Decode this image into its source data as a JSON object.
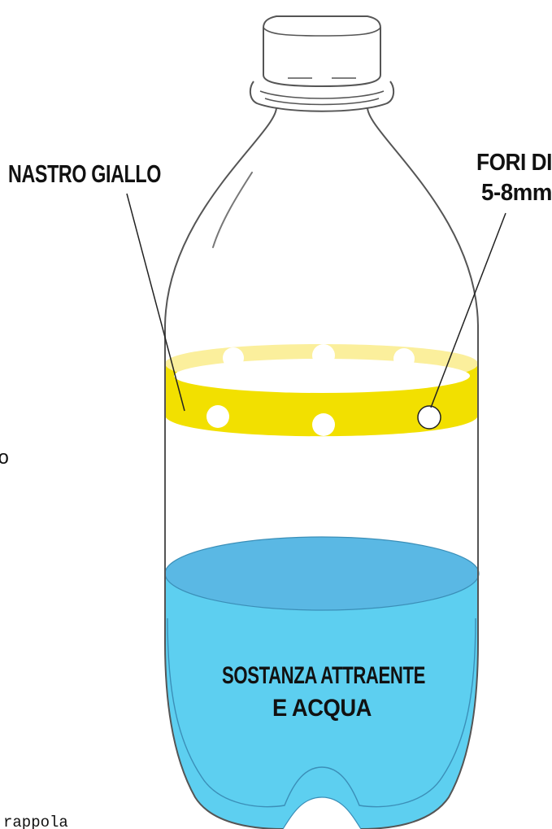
{
  "labels": {
    "tape": "NASTRO GIALLO",
    "holes_line1": "FORI DI",
    "holes_line2": "5-8mm",
    "liquid_line1": "SOSTANZA ATTRAENTE",
    "liquid_line2": "E ACQUA"
  },
  "fragments": {
    "left_char": "o",
    "bottom_word": "rappola"
  },
  "colors": {
    "tape_light": "#fbef9c",
    "tape_dark": "#f2e000",
    "water_light": "#5dcff0",
    "water_top": "#5ab8e4",
    "outline": "#555555",
    "text": "#111111"
  }
}
